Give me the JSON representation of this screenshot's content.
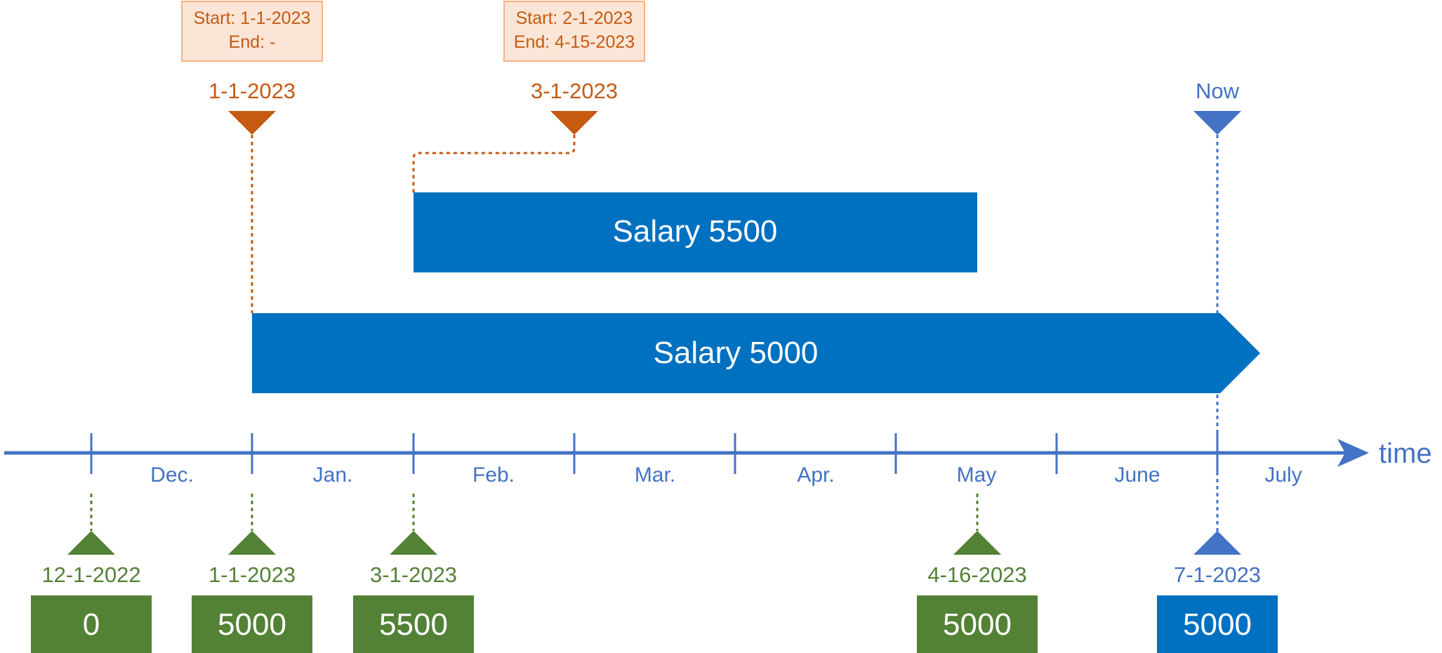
{
  "colors": {
    "axis": "#4472C4",
    "orange": "#C55A11",
    "orange_fill": "#FBE5D6",
    "orange_border": "#F4B183",
    "green": "#538135",
    "bar_blue": "#0070C0",
    "now_blue": "#4472C4",
    "white": "#FFFFFF"
  },
  "axis": {
    "label": "time",
    "months": [
      "Dec.",
      "Jan.",
      "Feb.",
      "Mar.",
      "Apr.",
      "May",
      "June",
      "July"
    ]
  },
  "bars": {
    "salary_5500": "Salary 5500",
    "salary_5000": "Salary 5000"
  },
  "top_markers": {
    "m1": {
      "date": "1-1-2023",
      "note_start": "Start: 1-1-2023",
      "note_end": "End: -"
    },
    "m2": {
      "date": "3-1-2023",
      "note_start": "Start: 2-1-2023",
      "note_end": "End: 4-15-2023"
    },
    "now": {
      "label": "Now"
    }
  },
  "bottom_markers": [
    {
      "date": "12-1-2022",
      "value": "0"
    },
    {
      "date": "1-1-2023",
      "value": "5000"
    },
    {
      "date": "3-1-2023",
      "value": "5500"
    },
    {
      "date": "4-16-2023",
      "value": "5000"
    },
    {
      "date": "7-1-2023",
      "value": "5000"
    }
  ]
}
